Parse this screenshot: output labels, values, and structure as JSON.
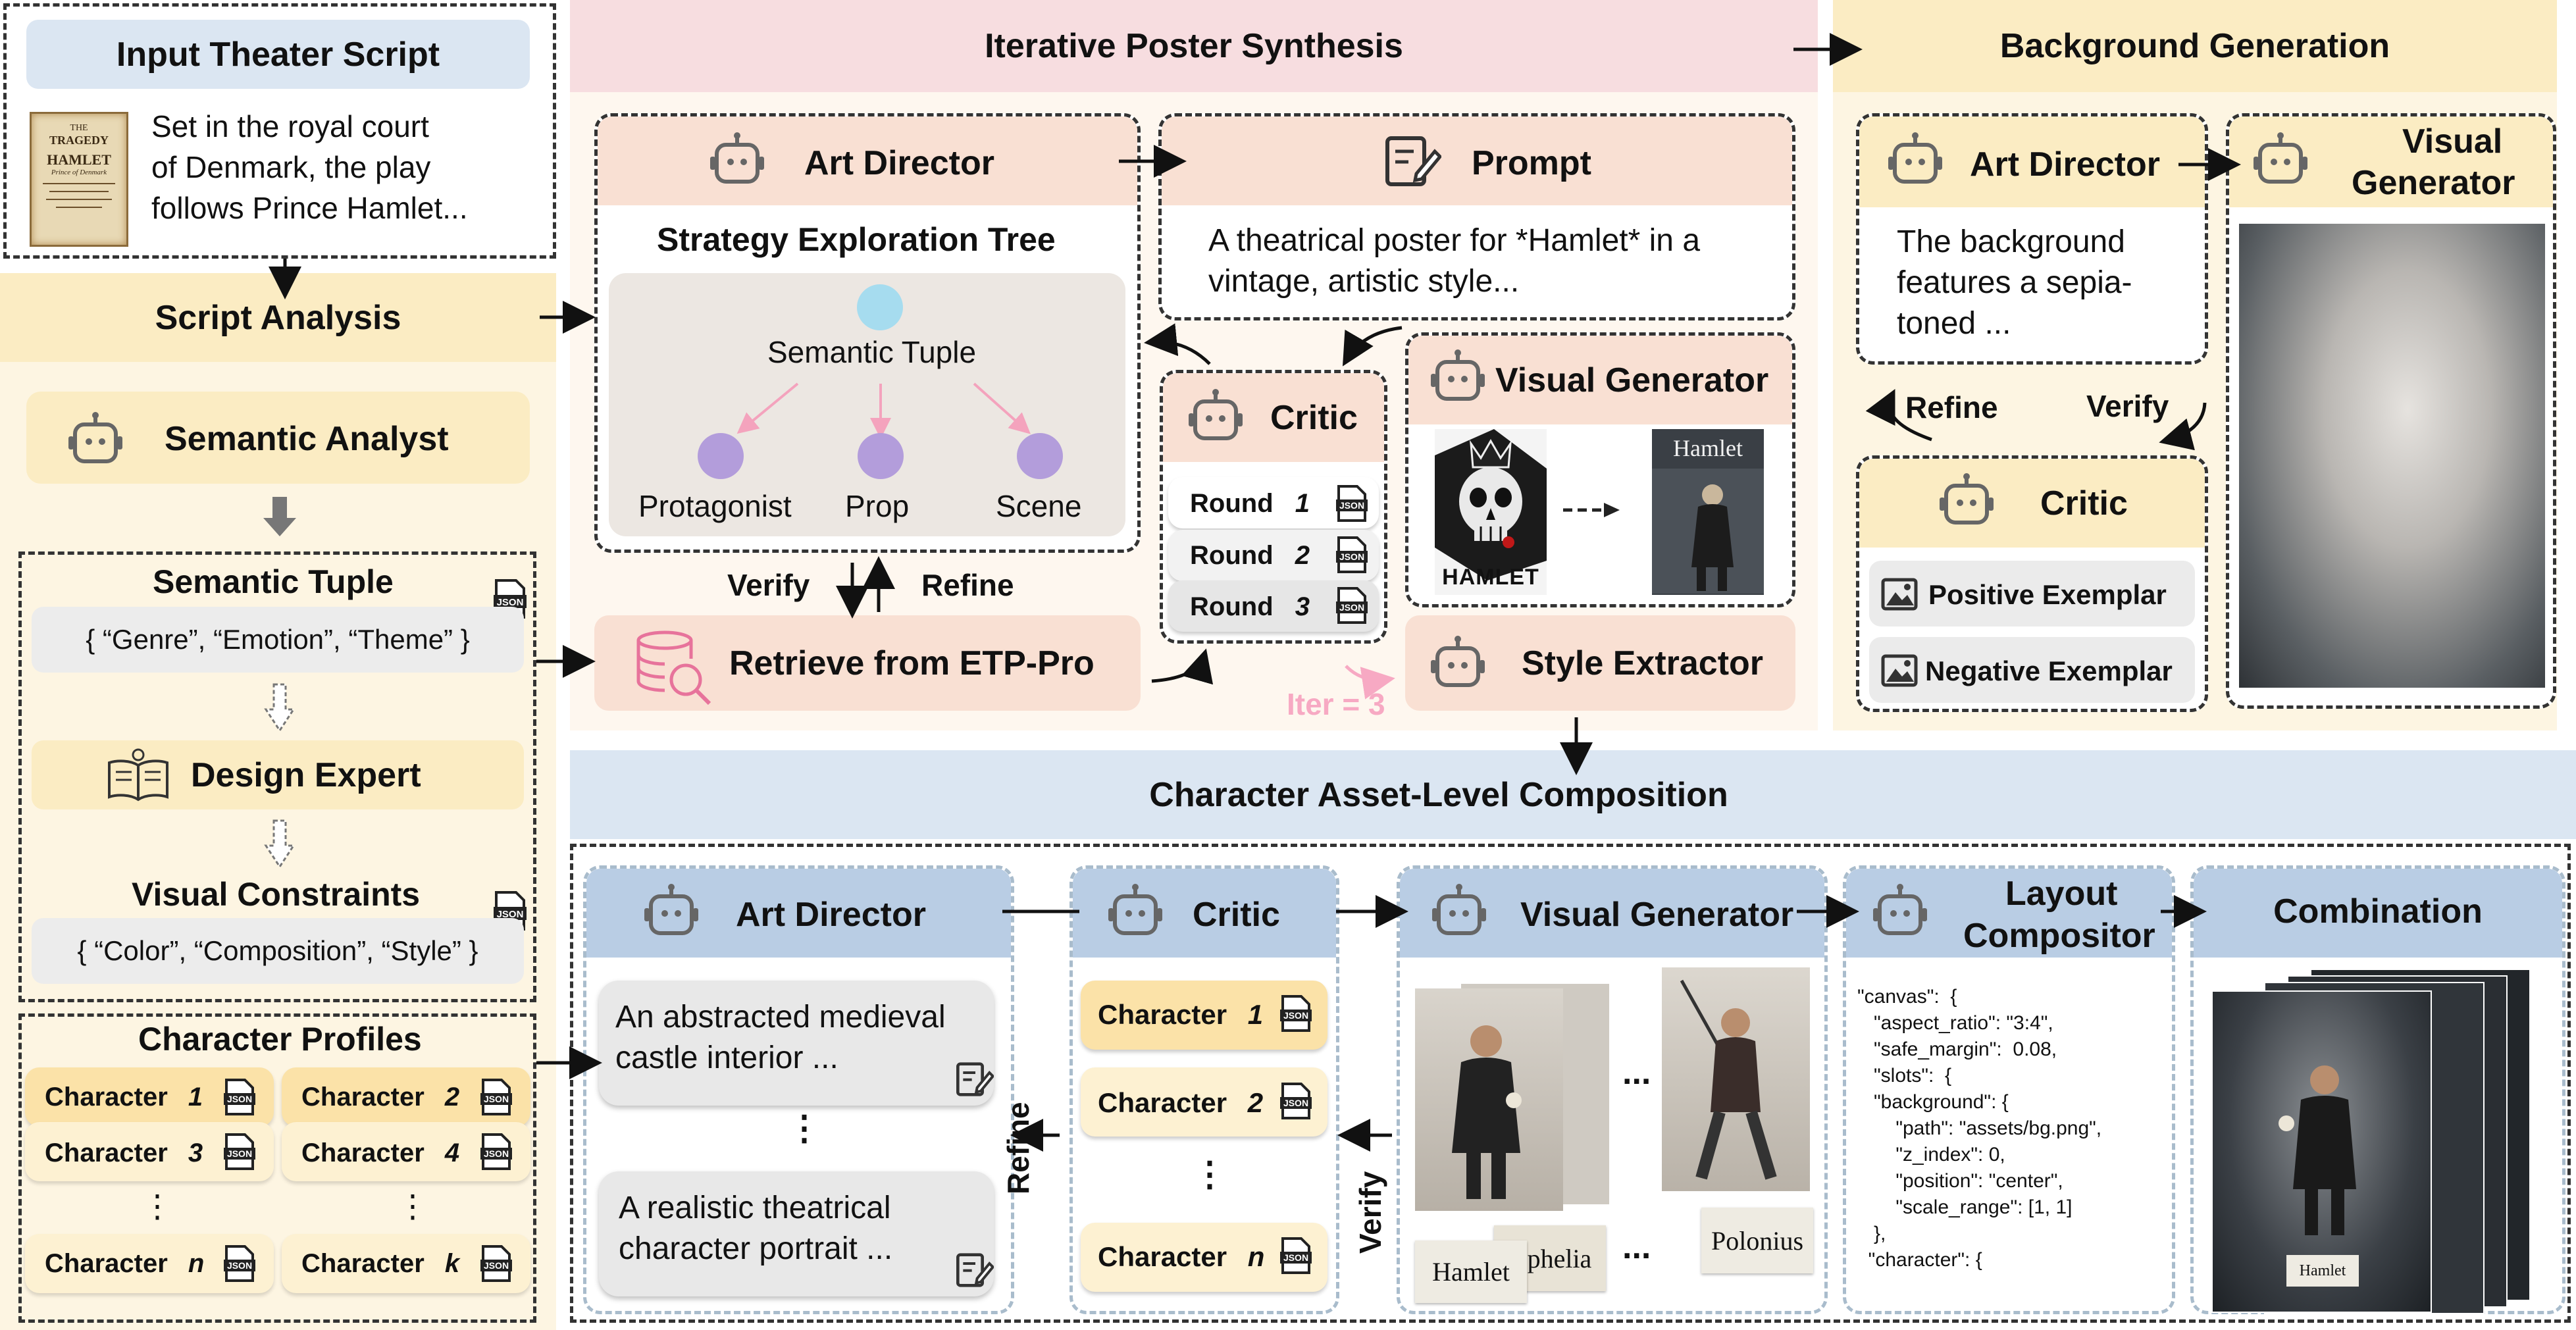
{
  "input": {
    "title": "Input Theater Script",
    "lines": [
      "Set in the royal court",
      "of Denmark, the play",
      "follows Prince Hamlet..."
    ],
    "book": {
      "l1": "THE",
      "l2": "TRAGEDY",
      "l3": "HAMLET",
      "l4": "Prince of Denmark"
    }
  },
  "script_analysis": {
    "title": "Script Analysis",
    "semantic_analyst": "Semantic Analyst",
    "semantic_tuple_title": "Semantic Tuple",
    "semantic_tuple_value": "{ “Genre”, “Emotion”, “Theme” }",
    "design_expert": "Design Expert",
    "visual_constraints_title": "Visual Constraints",
    "visual_constraints_value": "{ “Color”, “Composition”, “Style” }",
    "json_badge": "JSON"
  },
  "profiles": {
    "title": "Character Profiles",
    "items": [
      {
        "label": "Character",
        "idx": "1"
      },
      {
        "label": "Character",
        "idx": "2"
      },
      {
        "label": "Character",
        "idx": "3"
      },
      {
        "label": "Character",
        "idx": "4"
      },
      {
        "label": "Character",
        "idx": "n"
      },
      {
        "label": "Character",
        "idx": "k"
      }
    ],
    "ellipsis": "⋮"
  },
  "ips": {
    "title": "Iterative Poster Synthesis",
    "art_director": "Art Director",
    "tree_title": "Strategy Exploration Tree",
    "tree_root": "Semantic Tuple",
    "tree_leaves": [
      "Protagonist",
      "Prop",
      "Scene"
    ],
    "prompt_title": "Prompt",
    "prompt_text": [
      "A theatrical poster for *Hamlet* in a",
      "vintage, artistic style..."
    ],
    "critic": "Critic",
    "rounds": [
      {
        "label": "Round",
        "idx": "1"
      },
      {
        "label": "Round",
        "idx": "2"
      },
      {
        "label": "Round",
        "idx": "3"
      }
    ],
    "visual_generator": "Visual Generator",
    "poster1_text": "HAMLET",
    "poster2_title": "Hamlet",
    "verify": "Verify",
    "refine": "Refine",
    "retrieve": "Retrieve from ETP-Pro",
    "style_extractor": "Style Extractor",
    "iter": "Iter = 3"
  },
  "bg": {
    "title": "Background Generation",
    "art_director": "Art Director",
    "visual_generator": [
      "Visual",
      "Generator"
    ],
    "text": [
      "The background",
      "features a sepia-",
      "toned ..."
    ],
    "refine": "Refine",
    "verify": "Verify",
    "critic": "Critic",
    "positive": "Positive Exemplar",
    "negative": "Negative Exemplar"
  },
  "cac": {
    "title": "Character Asset-Level Composition",
    "art_director": "Art Director",
    "prompt1": [
      "An abstracted medieval",
      "castle interior ..."
    ],
    "prompt2": [
      "A realistic theatrical",
      "character portrait ..."
    ],
    "ellipsis_v": "⋮",
    "refine": "Refine",
    "critic": "Critic",
    "chars": [
      {
        "label": "Character",
        "idx": "1"
      },
      {
        "label": "Character",
        "idx": "2"
      },
      {
        "label": "Character",
        "idx": "n"
      }
    ],
    "verify": "Verify",
    "visual_generator": "Visual Generator",
    "dots": "...",
    "name_tags": [
      "Hamlet",
      "Ophelia",
      "Polonius"
    ],
    "layout_title": [
      "Layout",
      "Compositor"
    ],
    "code": [
      "\"canvas\":  {",
      "   \"aspect_ratio\": \"3:4\",",
      "   \"safe_margin\":  0.08,",
      "   \"slots\":  {",
      "   \"background\": {",
      "       \"path\": \"assets/bg.png\",",
      "       \"z_index\": 0,",
      "       \"position\": \"center\",",
      "       \"scale_range\": [1, 1]",
      "   },",
      "  \"character\": {"
    ],
    "combination": "Combination",
    "combo_tag": "Hamlet"
  },
  "colors": {
    "peach": "#f9e8df",
    "pink_header": "#f7dde0",
    "yellow": "#fbecc3",
    "yellow_light": "#fdf5e2",
    "blue": "#dbe6f2",
    "blue_header": "#b9cde4",
    "purple": "#b39ddb",
    "cyan": "#a6dcef"
  }
}
